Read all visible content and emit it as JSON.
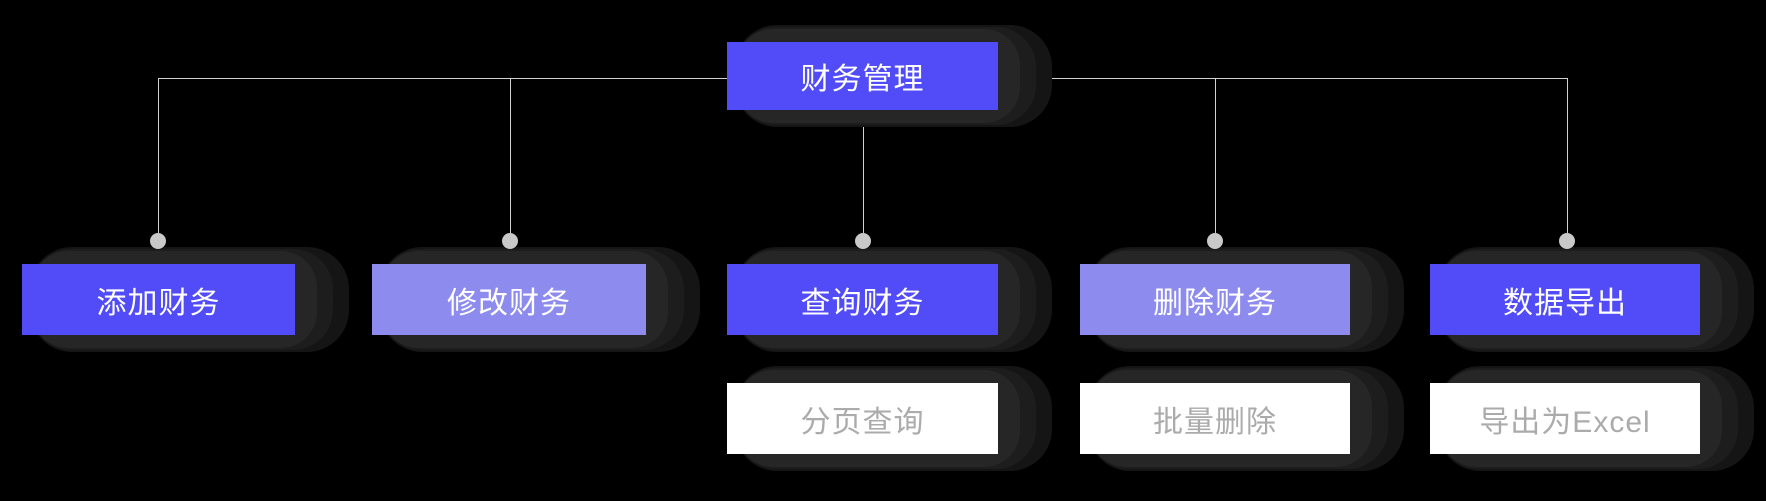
{
  "diagram": {
    "title_node": {
      "label": "财务管理",
      "variant": "primary"
    },
    "children": [
      {
        "label": "添加财务",
        "variant": "primary"
      },
      {
        "label": "修改财务",
        "variant": "secondary"
      },
      {
        "label": "查询财务",
        "variant": "primary",
        "sub": {
          "label": "分页查询"
        }
      },
      {
        "label": "删除财务",
        "variant": "secondary",
        "sub": {
          "label": "批量删除"
        }
      },
      {
        "label": "数据导出",
        "variant": "primary",
        "sub": {
          "label": "导出为Excel"
        }
      }
    ]
  },
  "colors": {
    "background": "#000000",
    "primary_node": "#514cf8",
    "secondary_node": "#8e8bef",
    "leaf_node_bg": "#ffffff",
    "leaf_node_text": "#ababab",
    "node_text": "#ffffff",
    "connector_line": "#d2d2d2",
    "connector_dot": "#c9c9c9",
    "node_shadow": "#262626"
  }
}
